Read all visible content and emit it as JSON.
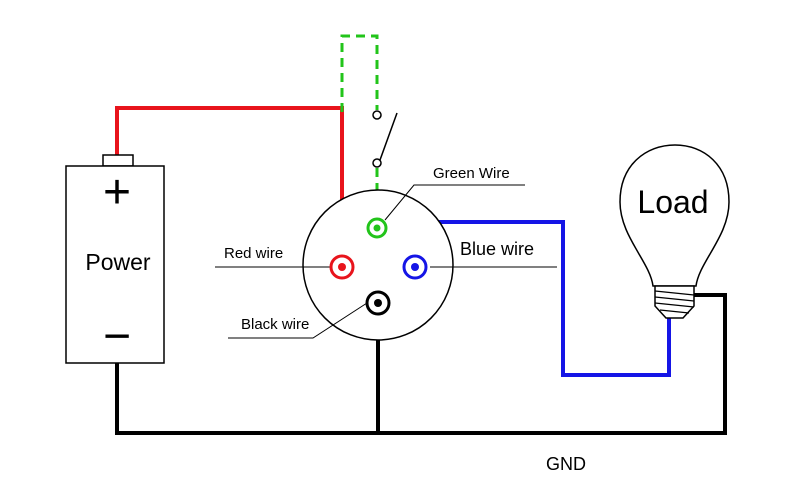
{
  "colors": {
    "red": "#e8141c",
    "green": "#22c41a",
    "blue": "#1515e6",
    "black": "#000000",
    "outline": "#000000"
  },
  "power": {
    "label": "Power",
    "plus": "+",
    "minus": "−"
  },
  "connector": {
    "red_label": "Red wire",
    "black_label": "Black wire",
    "green_label": "Green Wire",
    "blue_label": "Blue wire"
  },
  "load": {
    "label": "Load"
  },
  "ground": {
    "label": "GND"
  }
}
